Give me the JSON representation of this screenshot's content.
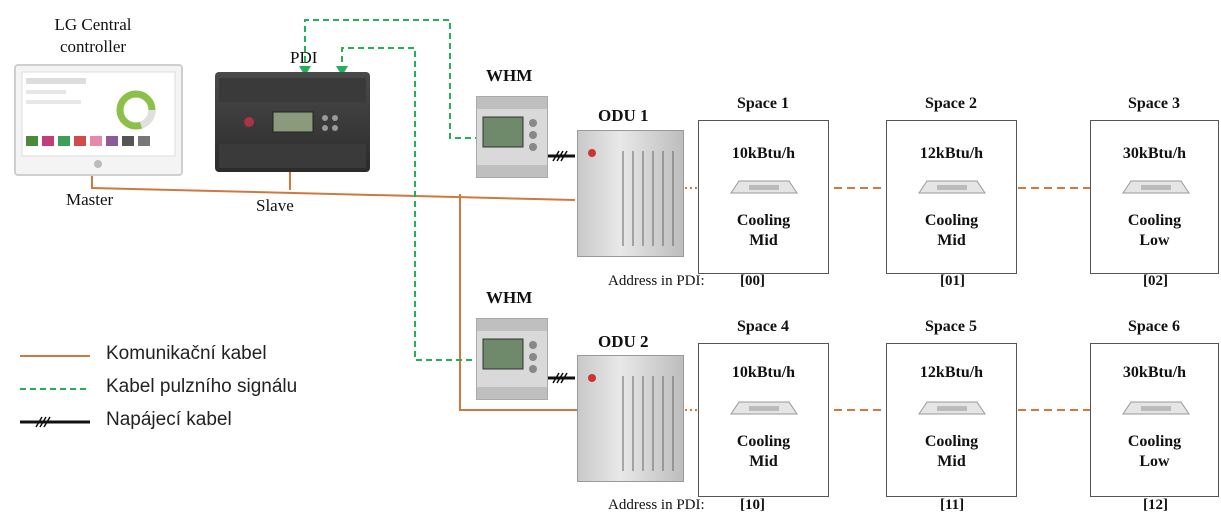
{
  "colors": {
    "communication_cable": "#cd7a3f",
    "pulse_signal_cable": "#22b05a",
    "power_cable": "#111111",
    "box_border": "#555555"
  },
  "controller": {
    "title_line1": "LG Central",
    "title_line2": "controller",
    "role": "Master"
  },
  "pdi": {
    "label": "PDI",
    "role": "Slave"
  },
  "whm1": {
    "label": "WHM"
  },
  "whm2": {
    "label": "WHM"
  },
  "odu1": {
    "label": "ODU 1",
    "address_prefix": "Address in PDI:"
  },
  "odu2": {
    "label": "ODU 2",
    "address_prefix": "Address in PDI:"
  },
  "spaces": [
    {
      "name": "Space 1",
      "capacity": "10kBtu/h",
      "mode": "Cooling",
      "fan": "Mid",
      "address": "[00]"
    },
    {
      "name": "Space 2",
      "capacity": "12kBtu/h",
      "mode": "Cooling",
      "fan": "Mid",
      "address": "[01]"
    },
    {
      "name": "Space 3",
      "capacity": "30kBtu/h",
      "mode": "Cooling",
      "fan": "Low",
      "address": "[02]"
    },
    {
      "name": "Space 4",
      "capacity": "10kBtu/h",
      "mode": "Cooling",
      "fan": "Mid",
      "address": "[10]"
    },
    {
      "name": "Space 5",
      "capacity": "12kBtu/h",
      "mode": "Cooling",
      "fan": "Mid",
      "address": "[11]"
    },
    {
      "name": "Space 6",
      "capacity": "30kBtu/h",
      "mode": "Cooling",
      "fan": "Low",
      "address": "[12]"
    }
  ],
  "legend": {
    "communication": "Komunikační kabel",
    "pulse": "Kabel pulzního signálu",
    "power": "Napájecí kabel"
  }
}
